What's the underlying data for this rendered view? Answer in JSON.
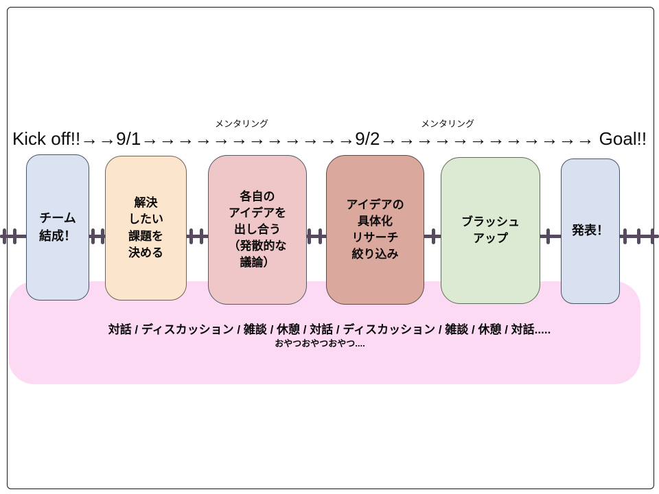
{
  "timeline": {
    "title": "Kick off!!→→9/1→→→→→→→→→→→→9/2→→→→→→→→→→→→ Goal!!",
    "mentoring_labels": [
      "メンタリング",
      "メンタリング"
    ],
    "track_color": "#554a5e"
  },
  "stages": [
    {
      "name": "team-forming",
      "label": "チーム\n結成！",
      "fill": "#dbe3f2",
      "border": "#44546a"
    },
    {
      "name": "choose-problem",
      "label": "解決\nしたい\n課題を\n決める",
      "fill": "#fce5cd",
      "border": "#6e6253"
    },
    {
      "name": "share-ideas",
      "label": "各自の\nアイデアを\n出し合う\n（発散的な\n議論）",
      "fill": "#efc7c8",
      "border": "#545764"
    },
    {
      "name": "refine-ideas",
      "label": "アイデアの\n具体化\nリサーチ\n絞り込み",
      "fill": "#dba89d",
      "border": "#5e4b46"
    },
    {
      "name": "brush-up",
      "label": "ブラッシュ\nアップ",
      "fill": "#dcead3",
      "border": "#5f6b5a"
    },
    {
      "name": "presentation",
      "label": "発表！",
      "fill": "#d9e1f0",
      "border": "#44546a"
    }
  ],
  "activities_panel": {
    "fill": "#fcdaf4",
    "line1": "対話 / ディスカッション / 雑談 / 休憩 / 対話 / ディスカッション / 雑談 / 休憩 / 対話.....",
    "line2": "おやつおやつおやつ...."
  }
}
